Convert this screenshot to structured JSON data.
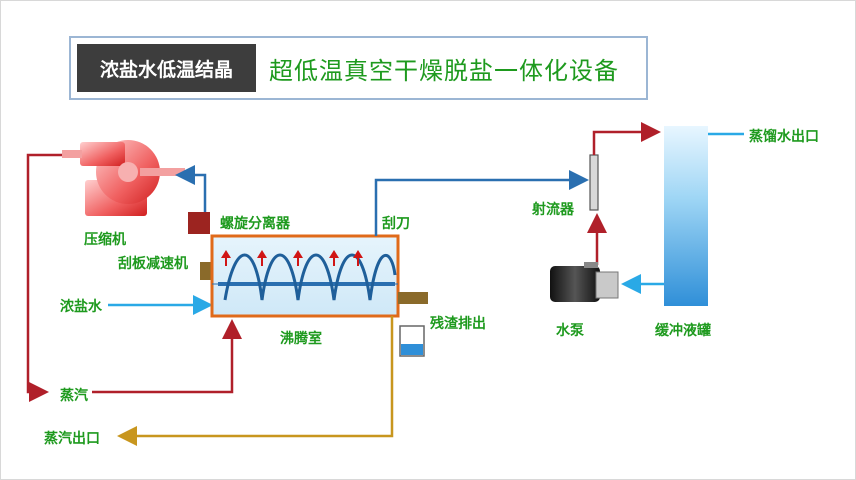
{
  "title": {
    "left": "浓盐水低温结晶",
    "right": "超低温真空干燥脱盐一体化设备"
  },
  "labels": {
    "compressor": "压缩机",
    "scraper_motor": "刮板减速机",
    "brine": "浓盐水",
    "steam": "蒸汽",
    "steam_outlet": "蒸汽出口",
    "spiral_separator": "螺旋分离器",
    "scraper": "刮刀",
    "boiling_chamber": "沸腾室",
    "residue_discharge": "残渣排出",
    "ejector": "射流器",
    "water_pump": "水泵",
    "buffer_tank": "缓冲液罐",
    "distilled_water_outlet": "蒸馏水出口"
  },
  "colors": {
    "steam_line": "#b0202a",
    "water_line": "#2a6fb0",
    "brine_line": "#2aa9e6",
    "outlet_line": "#c8961e",
    "label_green": "#1e9a1e",
    "chamber_border": "#e06a1a"
  }
}
